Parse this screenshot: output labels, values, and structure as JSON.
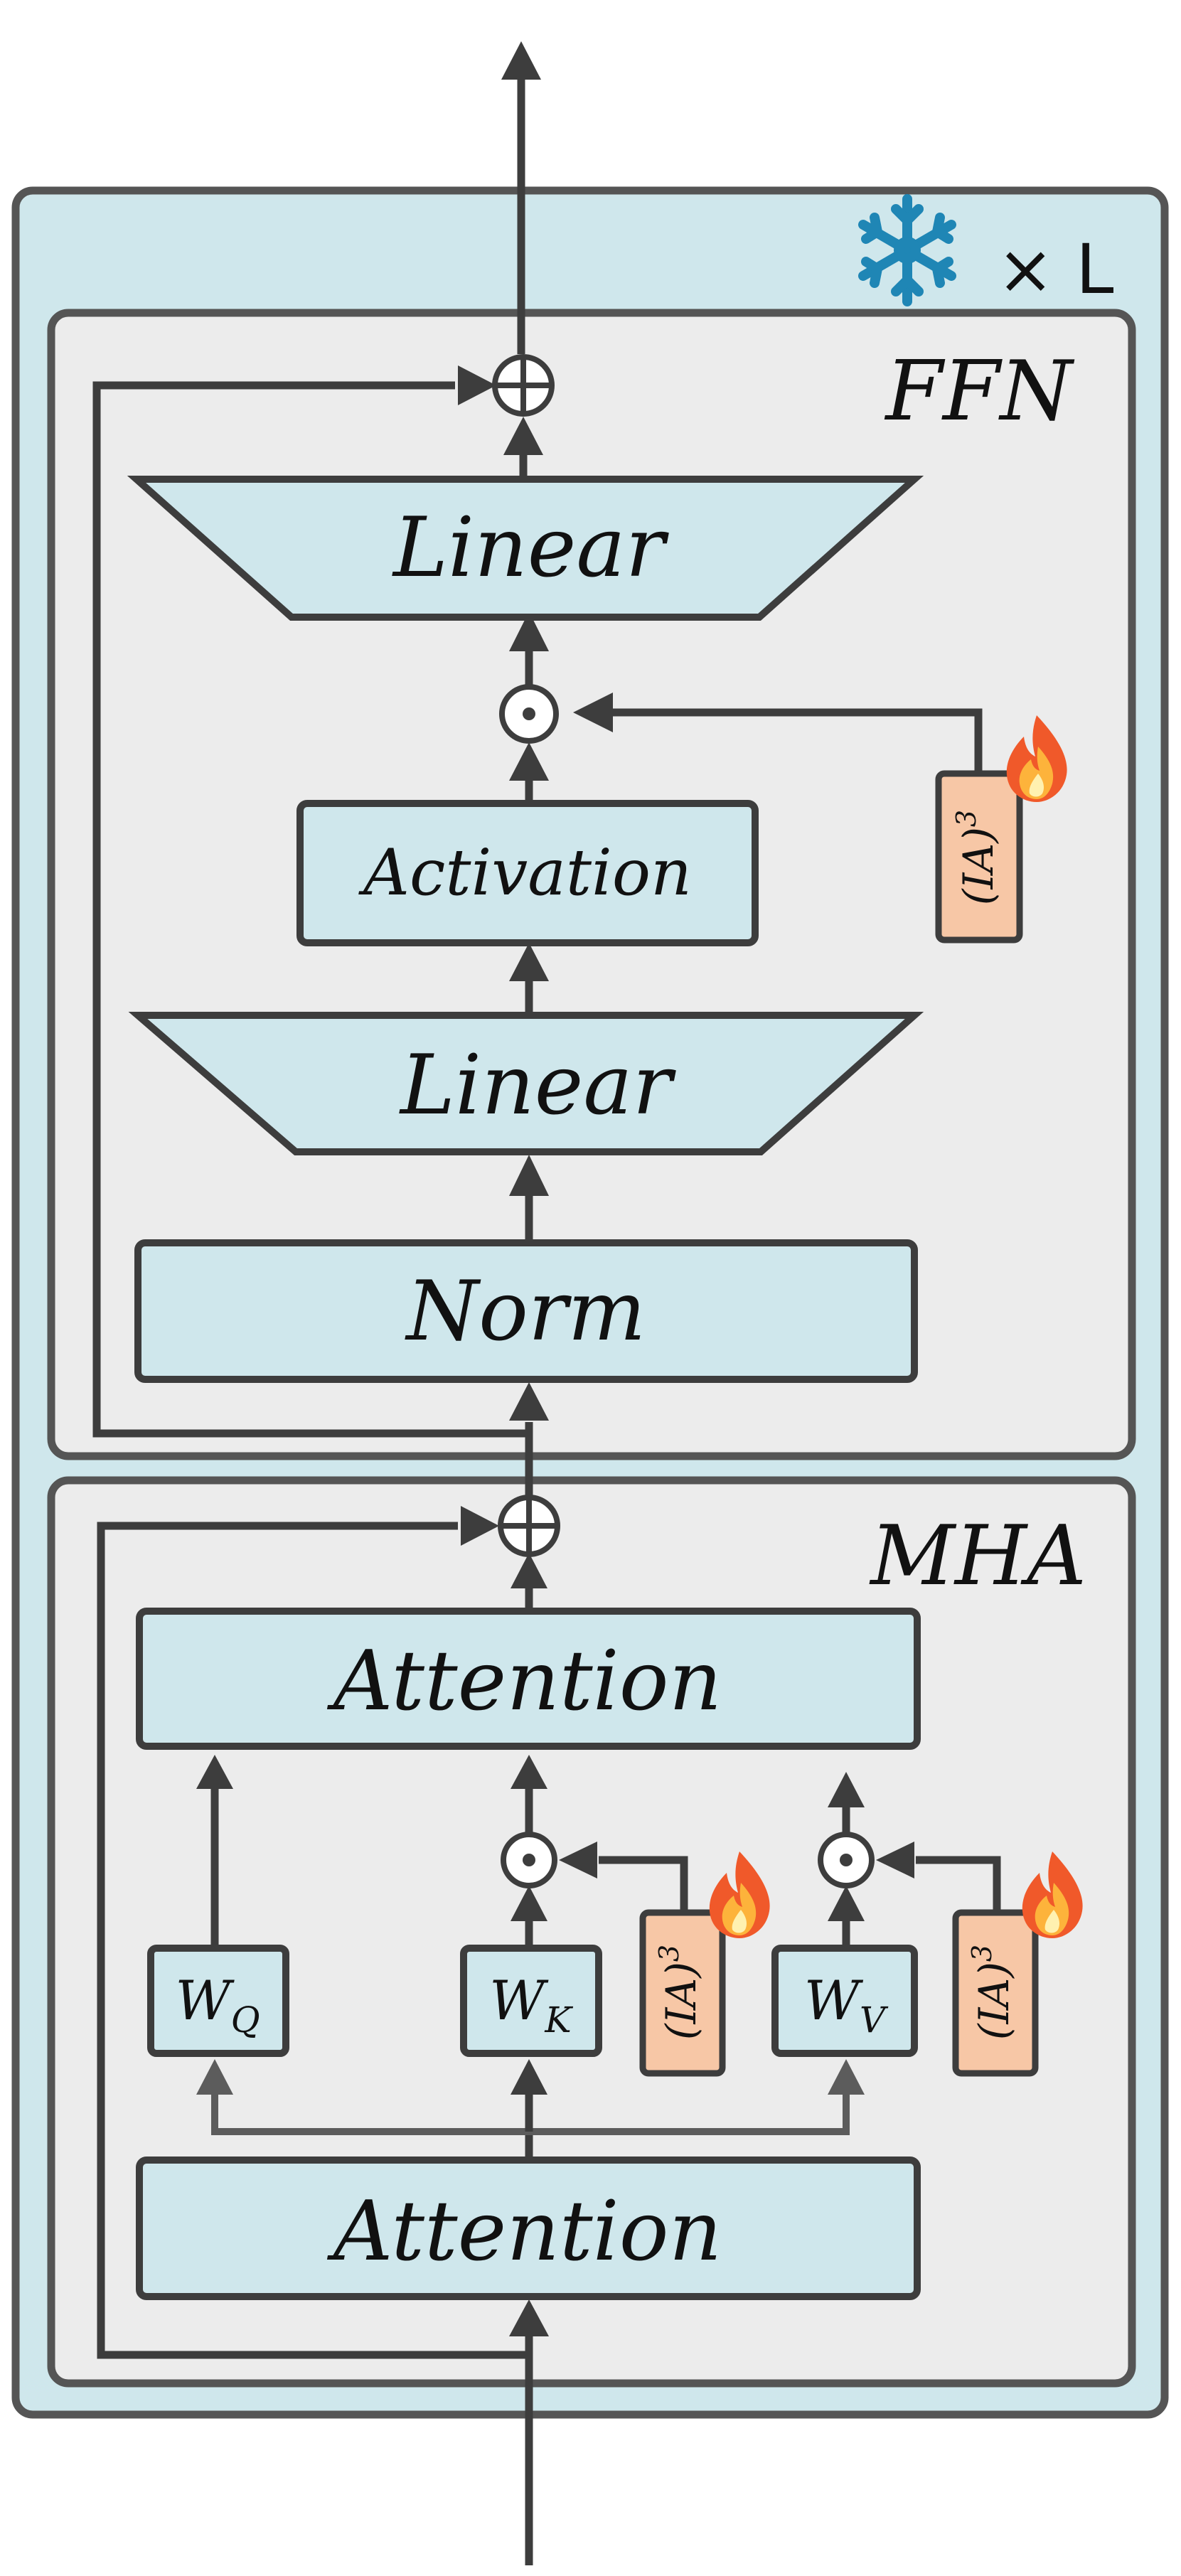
{
  "outer": {
    "repeat_label": "× L",
    "frozen_icon": "snowflake-icon"
  },
  "ffn": {
    "label": "FFN",
    "top_linear": "Linear",
    "activation": "Activation",
    "bottom_linear": "Linear",
    "norm": "Norm",
    "ia3": "(IA)",
    "ia3_exp": "3",
    "trainable_icon": "fire-icon"
  },
  "mha": {
    "label": "MHA",
    "attention_top": "Attention",
    "attention_bottom": "Attention",
    "wq_base": "W",
    "wq_sub": "Q",
    "wk_base": "W",
    "wk_sub": "K",
    "wv_base": "W",
    "wv_sub": "V",
    "ia3": "(IA)",
    "ia3_exp": "3",
    "trainable_icon": "fire-icon"
  },
  "ops": {
    "add": "⊕",
    "mul": "⊙"
  },
  "colors": {
    "outer_fill": "#cfe7ec",
    "inner_fill": "#ececec",
    "block_fill": "#cfe7ec",
    "ia3_fill": "#f7c7a6",
    "stroke": "#3d3d3d",
    "snowflake": "#1f86b5"
  }
}
